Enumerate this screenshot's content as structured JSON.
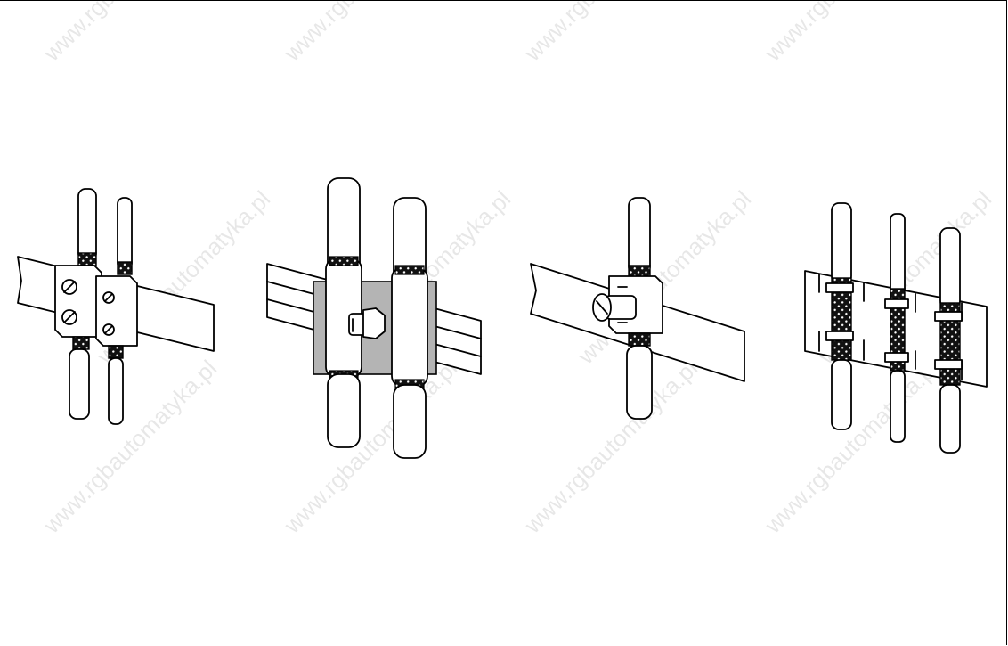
{
  "watermark": {
    "text": "www.rgbautomatyka.pl"
  },
  "figures": [
    {
      "id": "clamp-block-two-cables"
    },
    {
      "id": "din-rail-bolt-clamp"
    },
    {
      "id": "single-screw-clamp"
    },
    {
      "id": "comb-bar-cable-ties"
    }
  ]
}
